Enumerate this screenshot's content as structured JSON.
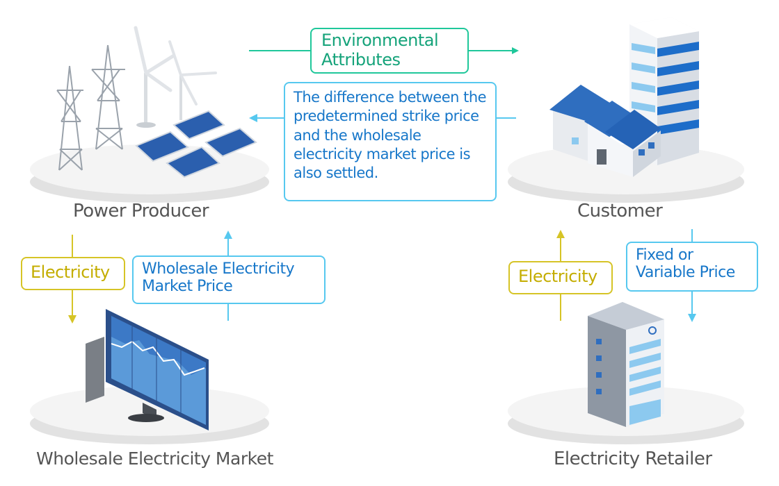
{
  "nodes": {
    "power_producer": "Power Producer",
    "customer": "Customer",
    "wholesale_market": "Wholesale Electricity Market",
    "retailer": "Electricity Retailer"
  },
  "flows": {
    "environmental_attributes": "Environmental Attributes",
    "difference_settled": "The difference between the predetermined strike price and the wholesale electricity market price is also settled.",
    "electricity_left": "Electricity",
    "wholesale_price": "Wholesale Electricity Market Price",
    "electricity_right": "Electricity",
    "fixed_variable_price": "Fixed or Variable Price"
  },
  "colors": {
    "green": "#1fc79a",
    "blue_line": "#56c8ef",
    "blue_text": "#1777c9",
    "yellow": "#d6c426",
    "label_gray": "#555555"
  },
  "icons": {
    "power_producer": "wind-turbine-solar-tower-icon",
    "customer": "factory-building-icon",
    "wholesale_market": "market-monitor-icon",
    "retailer": "office-building-icon"
  }
}
